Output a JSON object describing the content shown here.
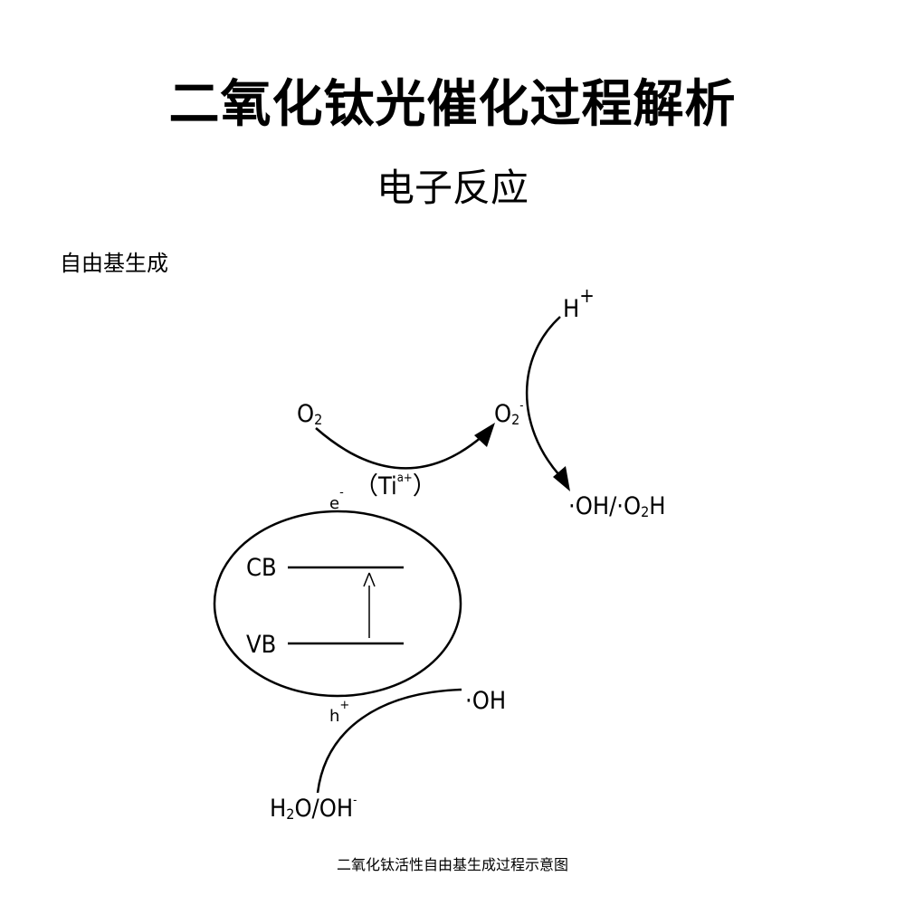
{
  "title": "二氧化钛光催化过程解析",
  "subtitle": "电子反应",
  "section_label": "自由基生成",
  "caption": "二氧化钛活性自由基生成过程示意图",
  "diagram": {
    "cb_label": "CB",
    "vb_label": "VB",
    "electron": {
      "base": "e",
      "sup": "-"
    },
    "hole": {
      "base": "h",
      "sup": "+"
    },
    "oxygen": {
      "base": "O",
      "sub": "2"
    },
    "superoxide": {
      "base": "O",
      "sub": "2",
      "sup": "-"
    },
    "titanium": {
      "open": "（",
      "base": "Ti",
      "sup": "a+",
      "close": "）"
    },
    "proton": {
      "base": "H",
      "sup": "+"
    },
    "radical_products": {
      "part1": "·OH/",
      "part2": "·O",
      "sub": "2",
      "part3": "H"
    },
    "hydroxyl_radical": "·OH",
    "water_hydroxide": {
      "part1": "H",
      "sub": "2",
      "part2": "O/OH",
      "sup": "-"
    }
  }
}
